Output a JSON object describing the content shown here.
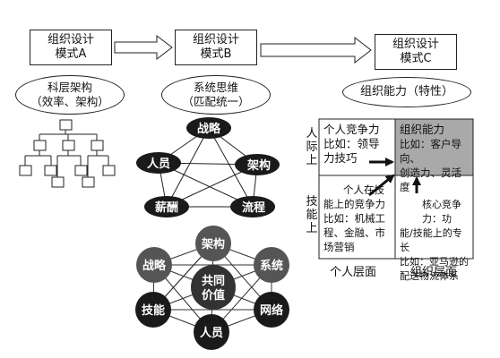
{
  "modes": [
    {
      "line1": "组织设计",
      "line2": "模式A"
    },
    {
      "line1": "组织设计",
      "line2": "模式B"
    },
    {
      "line1": "组织设计",
      "line2": "模式C"
    }
  ],
  "focus": {
    "a": {
      "line1": "科层架构",
      "line2": "（效率、架构）"
    },
    "b": {
      "line1": "系统思维",
      "line2": "（匹配统一）"
    },
    "c": {
      "line1": "组织能力（特性）"
    }
  },
  "pentagon": {
    "top": "战略",
    "right": "架构",
    "bottom_right": "流程",
    "bottom_left": "薪酬",
    "left": "人员"
  },
  "heptagon": {
    "center_line1": "共同",
    "center_line2": "价值",
    "top": "架构",
    "top_right": "系统",
    "right": "网络",
    "bottom": "人员",
    "left": "技能",
    "top_left": "战略"
  },
  "matrix": {
    "row_top_label": [
      "人",
      "际",
      "上"
    ],
    "row_bottom_label": [
      "技",
      "能",
      "上"
    ],
    "cell_top_left": [
      "个人竞争力",
      "比如：领导",
      "力技巧"
    ],
    "cell_top_right": [
      "组织能力",
      "比如：客户导向、",
      "创造力、灵活度"
    ],
    "cell_bottom_left": [
      "个人在技",
      "能上的竞争力",
      "比如：机械工",
      "程、金融、市",
      "场营销"
    ],
    "cell_bottom_right": [
      "核心竞争力：功",
      "能/技能上的专长",
      "比如：亚马逊的",
      "配送物流体系"
    ],
    "col_left_label": "个人层面",
    "col_right_label": "组织层面"
  },
  "colors": {
    "dark_node": "#1a1a1a",
    "mid_node": "#555555",
    "highlight_cell": "#a9a9a9"
  }
}
